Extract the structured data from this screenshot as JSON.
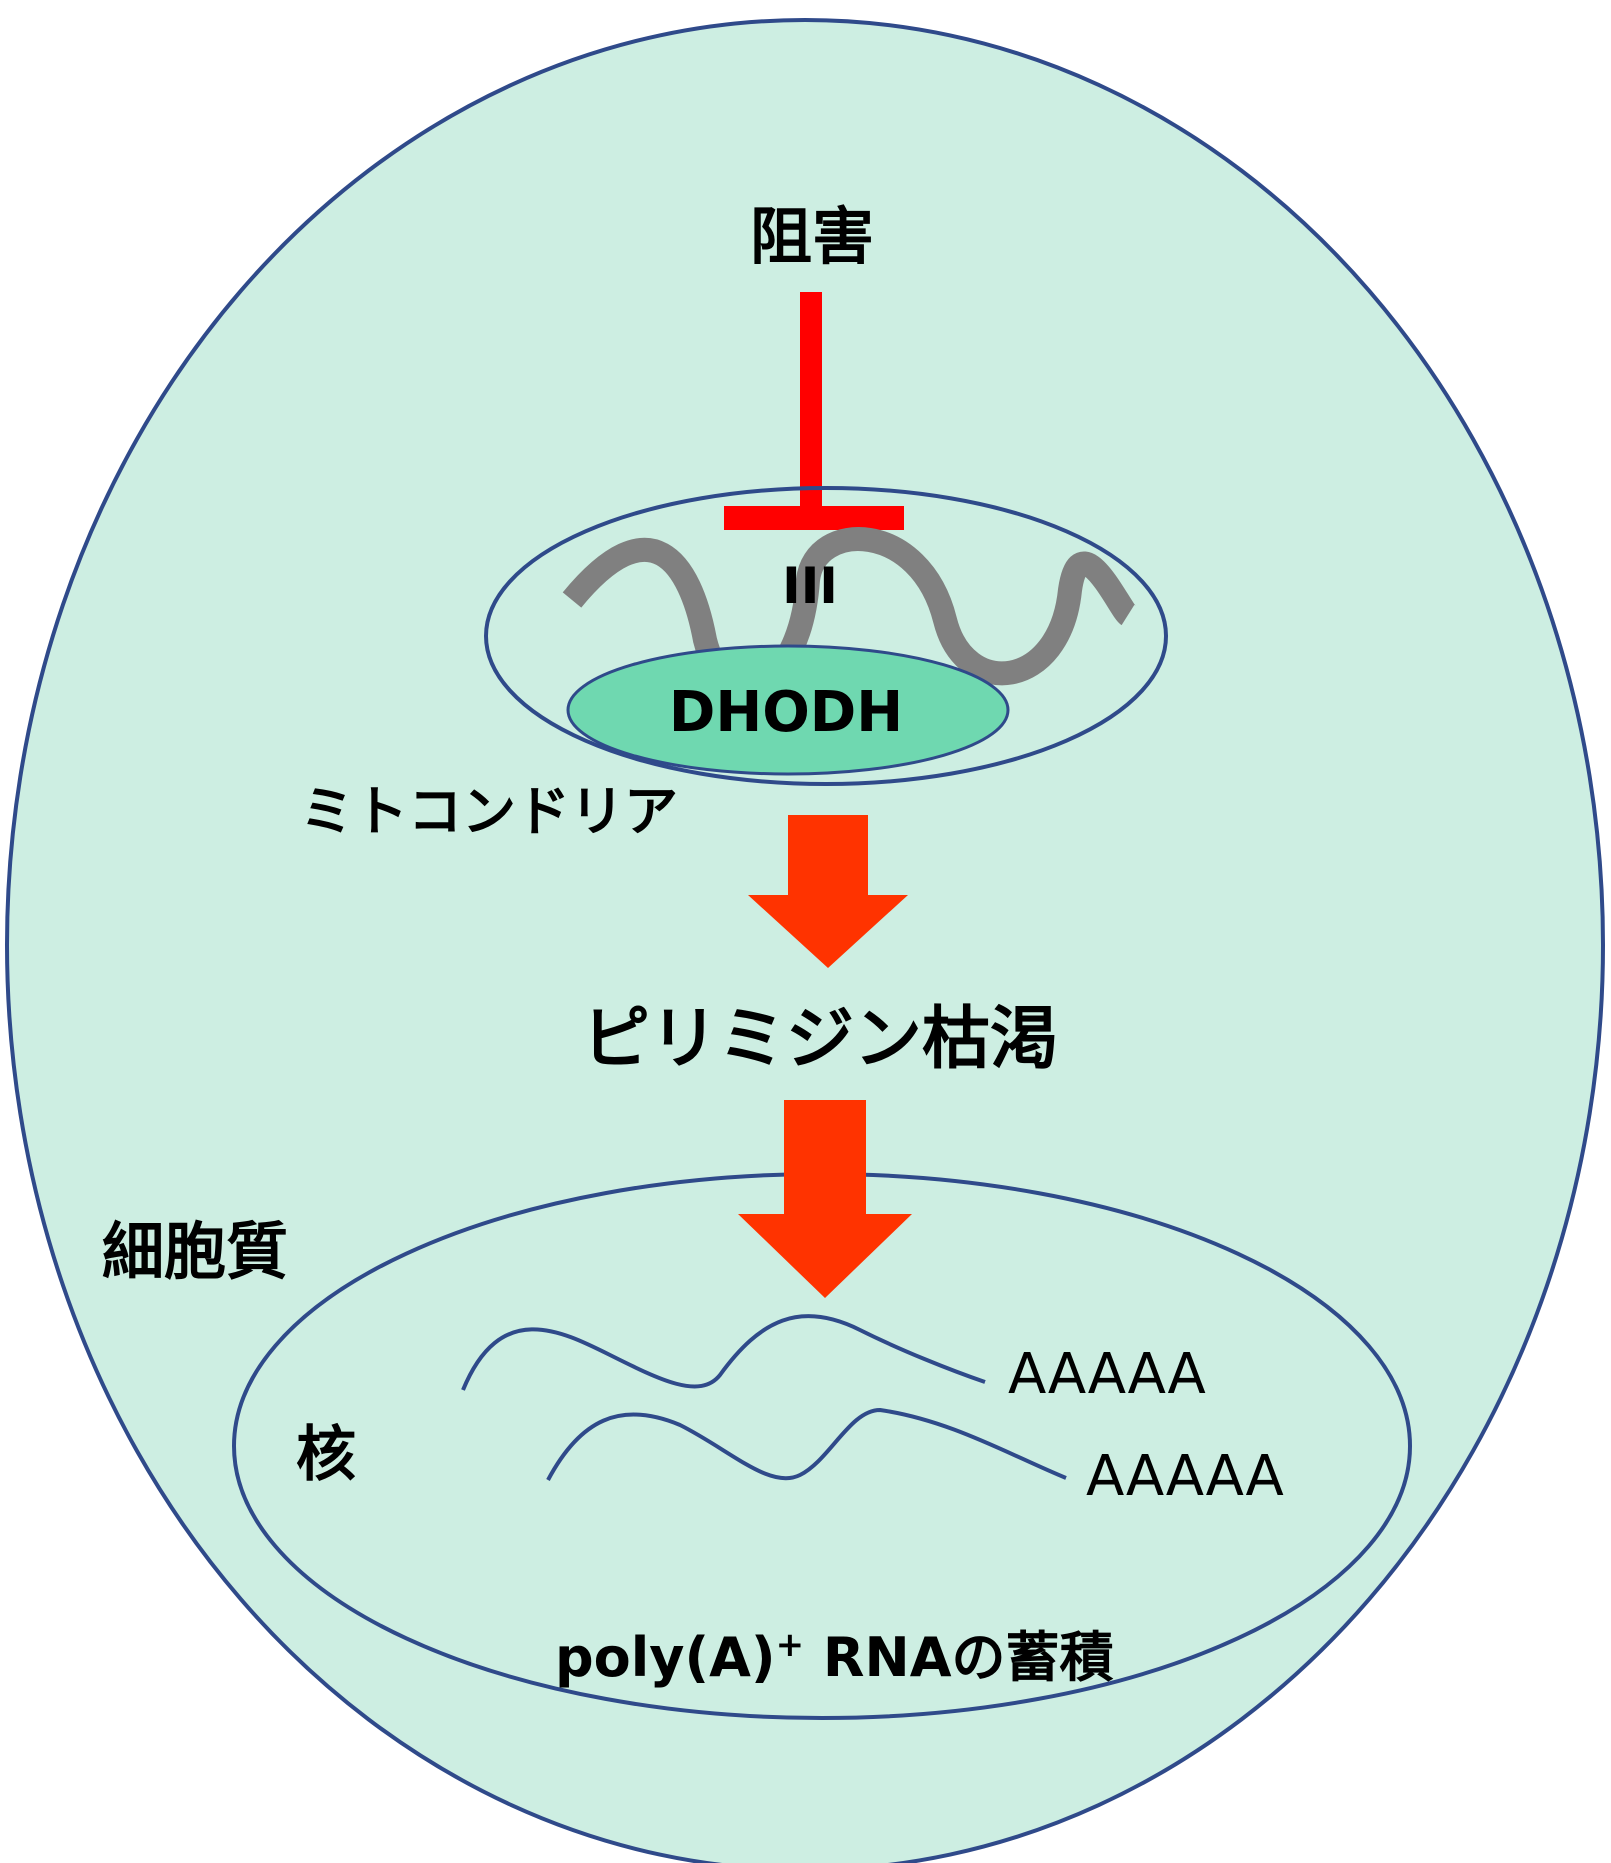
{
  "diagram": {
    "inhibition_label": "阻害",
    "complex_label": "III",
    "enzyme_label": "DHODH",
    "mitochondria_label": "ミトコンドリア",
    "depletion_label": "ピリミジン枯渇",
    "cytoplasm_label": "細胞質",
    "nucleus_label": "核",
    "polya_tail_1": "AAAAA",
    "polya_tail_2": "AAAAA",
    "accumulation_label": {
      "prefix": "poly(A)",
      "superscript": "+",
      "suffix": " RNAの蓄積"
    }
  },
  "colors": {
    "cell_fill": "#cdeee2",
    "outline": "#2f4a8a",
    "inhibition": "#ff0000",
    "arrow": "#ff3300",
    "enzyme_fill": "#6fd8b0",
    "complex_wave": "#808080",
    "rna_strand": "#2f4a8a"
  }
}
